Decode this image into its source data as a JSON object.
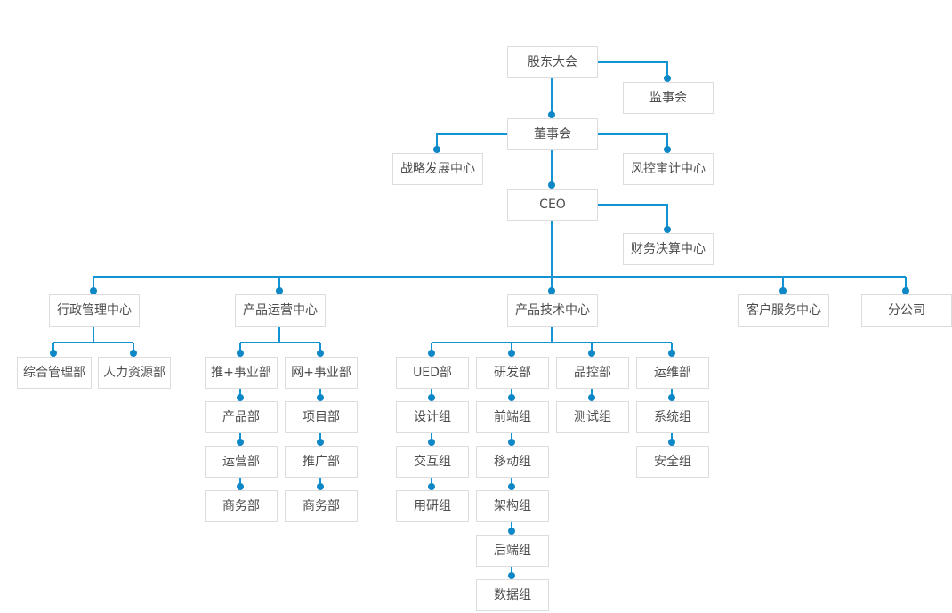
{
  "colors": {
    "line": "#1193d4",
    "dot": "#0d87c6",
    "box_border": "#dcdcdc",
    "box_background": "#ffffff",
    "text": "#4d4d4d",
    "page_background": "#ffffff"
  },
  "org_chart": {
    "type": "organization-chart",
    "nodes": {
      "shareholders": "股东大会",
      "supervisory": "监事会",
      "board": "董事会",
      "strategy": "战略发展中心",
      "risk_audit": "风控审计中心",
      "ceo": "CEO",
      "finance": "财务决算中心",
      "admin_center": "行政管理中心",
      "product_ops_center": "产品运营中心",
      "product_tech_center": "产品技术中心",
      "customer_service_center": "客户服务中心",
      "branch": "分公司",
      "general_mgmt": "综合管理部",
      "hr": "人力资源部",
      "tui_division": "推+事业部",
      "wang_division": "网+事业部",
      "product_dept": "产品部",
      "operations_dept": "运营部",
      "business_dept_1": "商务部",
      "project_dept": "项目部",
      "promotion_dept": "推广部",
      "business_dept_2": "商务部",
      "ued_dept": "UED部",
      "design_group": "设计组",
      "interaction_group": "交互组",
      "user_research_group": "用研组",
      "rd_dept": "研发部",
      "frontend_group": "前端组",
      "mobile_group": "移动组",
      "architecture_group": "架构组",
      "backend_group": "后端组",
      "data_group": "数据组",
      "qc_dept": "品控部",
      "testing_group": "测试组",
      "ops_maintenance_dept": "运维部",
      "system_group": "系统组",
      "security_group": "安全组"
    },
    "structure": {
      "股东大会": {
        "监事会": null,
        "董事会": {
          "战略发展中心": null,
          "风控审计中心": null,
          "CEO": {
            "财务决算中心": null,
            "行政管理中心": [
              "综合管理部",
              "人力资源部"
            ],
            "产品运营中心": {
              "推+事业部": [
                "产品部",
                "运营部",
                "商务部"
              ],
              "网+事业部": [
                "项目部",
                "推广部",
                "商务部"
              ]
            },
            "产品技术中心": {
              "UED部": [
                "设计组",
                "交互组",
                "用研组"
              ],
              "研发部": [
                "前端组",
                "移动组",
                "架构组",
                "后端组",
                "数据组"
              ],
              "品控部": [
                "测试组"
              ],
              "运维部": [
                "系统组",
                "安全组"
              ]
            },
            "客户服务中心": null,
            "分公司": null
          }
        }
      }
    }
  }
}
